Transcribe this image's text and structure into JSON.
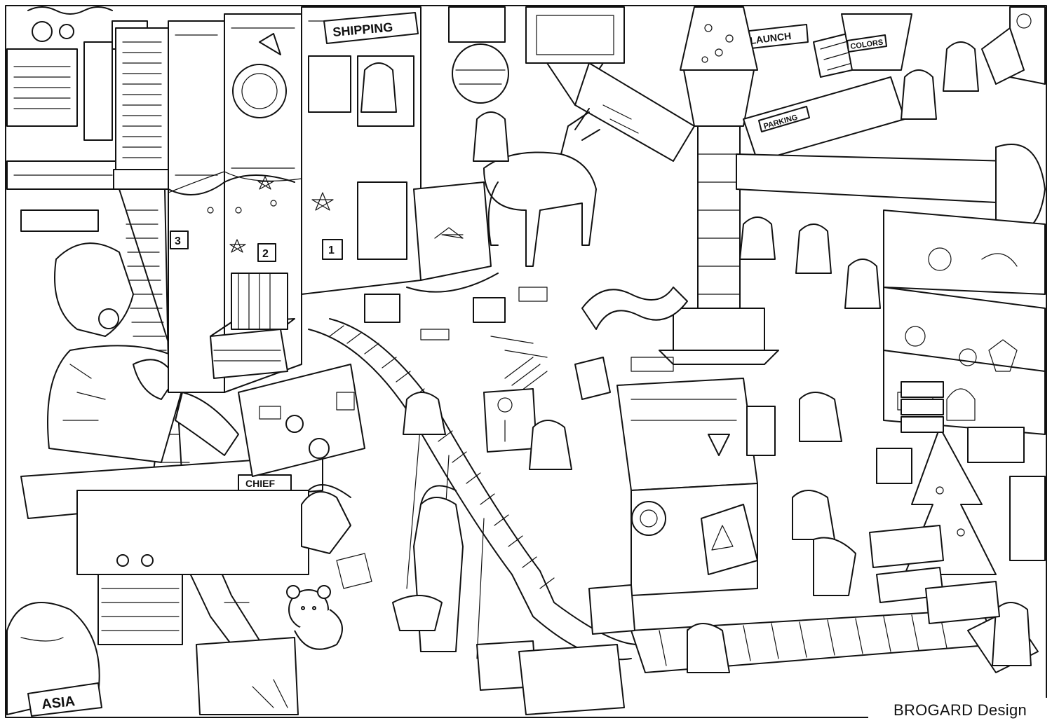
{
  "illustration": {
    "signs": {
      "shipping": "SHIPPING",
      "launch": "LAUNCH",
      "colors": "COLORS",
      "parking": "PARKING",
      "chief": "CHIEF",
      "asia": "ASIA",
      "station_1": "1",
      "station_2": "2",
      "station_3": "3"
    }
  },
  "watermark": {
    "text": "BROGARD Design"
  },
  "colors": {
    "ink": "#111111",
    "paper": "#ffffff"
  }
}
